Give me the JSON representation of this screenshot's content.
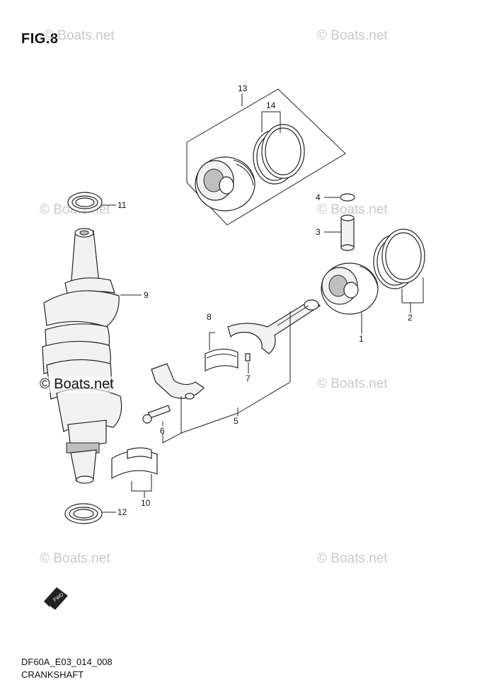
{
  "figure": {
    "title": "FIG.8"
  },
  "watermarks": {
    "faint": "© Boats.net",
    "prominent": "© Boats.net"
  },
  "callouts": {
    "c1": "1",
    "c2": "2",
    "c3": "3",
    "c4": "4",
    "c5": "5",
    "c6": "6",
    "c7": "7",
    "c8": "8",
    "c9": "9",
    "c10": "10",
    "c11": "11",
    "c12": "12",
    "c13": "13",
    "c14": "14"
  },
  "fwd_marker": {
    "label": "FWD",
    "icon": "fwd-arrow-icon"
  },
  "footer": {
    "code": "DF60A_E03_014_008",
    "name": "CRANKSHAFT"
  }
}
